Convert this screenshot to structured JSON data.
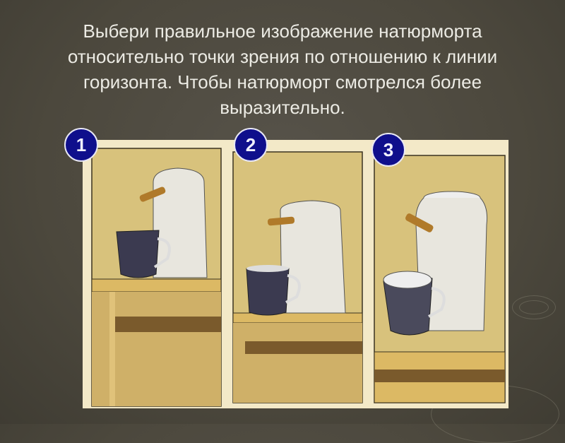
{
  "slide": {
    "title": "Выбери правильное изображение натюрморта относительно точки зрения по отношению к линии горизонта. Чтобы натюрморт смотрелся более выразительно.",
    "options": [
      {
        "label": "1"
      },
      {
        "label": "2"
      },
      {
        "label": "3"
      }
    ]
  },
  "colors": {
    "background": "#4c483d",
    "badge": "#0f0f8c",
    "paper": "#f3e9c8",
    "wall": "#d8c27c",
    "table": "#d9b96a"
  }
}
